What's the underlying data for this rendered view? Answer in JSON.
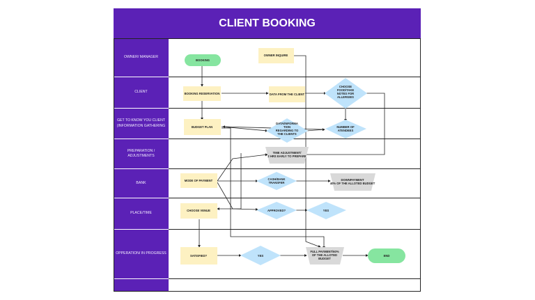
{
  "title": "CLIENT BOOKING",
  "lanes": [
    {
      "label": "OWNER/ MANAGER"
    },
    {
      "label": "CLIENT"
    },
    {
      "label": "GET TO KNOW YOU CLIENT (INFORMATION GATHERING"
    },
    {
      "label": "PREPARATION / ADJUSTMENTS"
    },
    {
      "label": "BANK"
    },
    {
      "label": "PLACE/TIME"
    },
    {
      "label": "OPPERATION/ IN PROGRESS"
    },
    {
      "label": ""
    }
  ],
  "nodes": {
    "booking": "BOOKING",
    "owner_inquire": "OWNER INQUIRE",
    "booking_reservation": "BOOKING RESERVATION",
    "data_from_client": "DATA FROM THE CLIENT",
    "choose_food": [
      "CHOOSE",
      "FOOD/TAKE",
      "NOTES FOR",
      "ALLERGIES"
    ],
    "budget_plan": "BUDGET PLAN",
    "data_informations": [
      "DATA/INFORMA",
      "TION",
      "REGARDING TO",
      "THE CLIENTS"
    ],
    "number_attendees": [
      "NUMBER OF",
      "ATENDEES"
    ],
    "time_adjustment": [
      "TIME ADJUSTMENT/",
      "2 HRS EARLY TO PREPARE"
    ],
    "mode_of_payment": "MODE OF PAYMENT",
    "cash_bank": [
      "CASH/BANK",
      "TRANSFER"
    ],
    "downpayment": [
      "DOWNPAYMENT",
      "40% OF THE ALLOTED BUDGET"
    ],
    "choose_venue": "CHOOSE VENUE",
    "approved": "APPROVED?",
    "yes_1": "YES",
    "satisfied": "SATISFIED?",
    "yes_2": "YES",
    "full_payment": [
      "FULL PAYMENT/60%",
      "OF THE ALLOTED",
      "BUDGET"
    ],
    "end": "END"
  },
  "colors": {
    "header": "#5b21b6",
    "terminal": "#86e5a0",
    "process": "#fdf1c2",
    "decision": "#bfe3fb",
    "parallelogram": "#d9d9d9",
    "connector": "#222222"
  }
}
